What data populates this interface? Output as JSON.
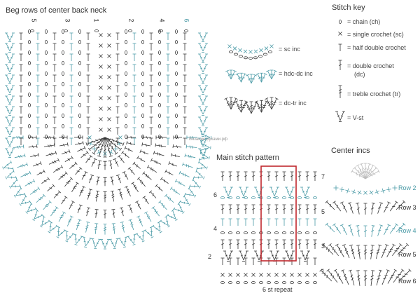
{
  "main_title": "Beg rows of center back neck",
  "top_rows": [
    "5",
    "3",
    "1",
    "2",
    "4",
    "6"
  ],
  "stitch_key": {
    "title": "Stitch key",
    "items": [
      {
        "symbol": "chain-icon",
        "label": "= chain (ch)"
      },
      {
        "symbol": "single-crochet-icon",
        "label": "= single crochet (sc)"
      },
      {
        "symbol": "half-double-crochet-icon",
        "label": "= half double crochet"
      },
      {
        "symbol": "double-crochet-icon",
        "label": "= double crochet",
        "label2": "(dc)"
      },
      {
        "symbol": "treble-crochet-icon",
        "label": "= treble crochet (tr)"
      },
      {
        "symbol": "v-stitch-icon",
        "label": "= V-st"
      }
    ]
  },
  "inc_legend": [
    {
      "label": "= sc inc"
    },
    {
      "label": "= hdc-dc inc"
    },
    {
      "label": "= dc-tr inc"
    }
  ],
  "watermark": "Вязание-руками.рф",
  "main_stitch": {
    "title": "Main stitch pattern",
    "right_rows": [
      "7",
      "5",
      "3",
      "1"
    ],
    "left_rows": [
      "6",
      "4",
      "2"
    ],
    "repeat_label": "6 st repeat"
  },
  "center_incs": {
    "title": "Center incs",
    "rows": [
      {
        "label": "Row 2",
        "teal": true
      },
      {
        "label": "Row 3",
        "teal": false
      },
      {
        "label": "Row 4",
        "teal": true
      },
      {
        "label": "Row 5",
        "teal": false
      },
      {
        "label": "Row 6",
        "teal": false
      }
    ]
  },
  "colors": {
    "teal": "#4a9aa6",
    "dark": "#333333",
    "light": "#bbbbbb",
    "highlight": "#c0272d"
  }
}
